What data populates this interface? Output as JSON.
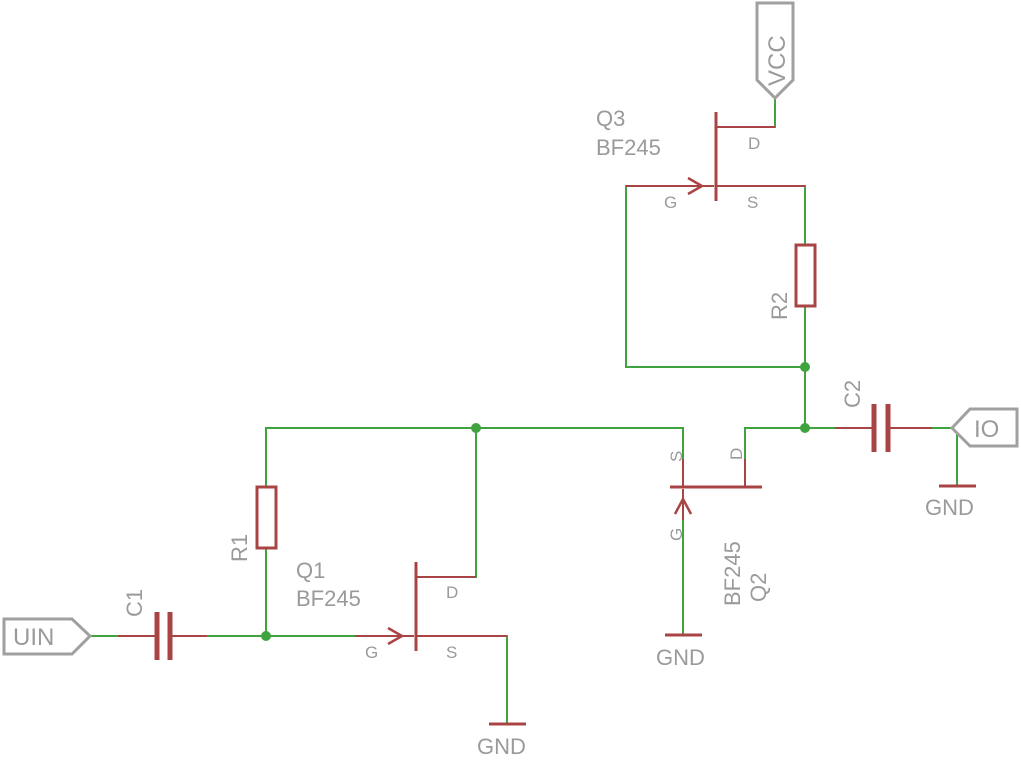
{
  "colors": {
    "wire": "#3fa33f",
    "component": "#a84444",
    "label": "#9a9a9a"
  },
  "ports": {
    "vcc": "VCC",
    "uin": "UIN",
    "io": "IO"
  },
  "ground": "GND",
  "components": {
    "q1": {
      "name": "Q1",
      "value": "BF245",
      "pins": {
        "drain": "D",
        "gate": "G",
        "source": "S"
      }
    },
    "q2": {
      "name": "Q2",
      "value": "BF245",
      "pins": {
        "drain": "D",
        "gate": "G",
        "source": "S"
      }
    },
    "q3": {
      "name": "Q3",
      "value": "BF245",
      "pins": {
        "drain": "D",
        "gate": "G",
        "source": "S"
      }
    },
    "r1": {
      "name": "R1"
    },
    "r2": {
      "name": "R2"
    },
    "c1": {
      "name": "C1"
    },
    "c2": {
      "name": "C2"
    }
  }
}
